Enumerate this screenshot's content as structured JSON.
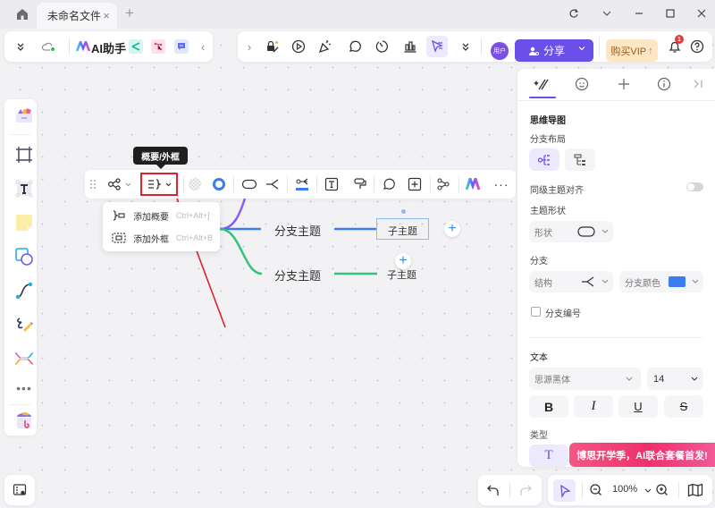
{
  "titlebar": {
    "tab_title": "未命名文件",
    "tab_close": "×",
    "tab_add": "+",
    "controls": [
      "refresh-icon",
      "chevron-down-icon",
      "minimize-icon",
      "maximize-icon",
      "close-icon"
    ]
  },
  "top_left_toolbar": {
    "collapse_icon": "chevrons-down-icon",
    "cloud_icon": "cloud-sync-icon",
    "ai_label": "AI助手",
    "apps": [
      "mindmap-app-icon",
      "flowchart-app-icon",
      "chat-app-icon"
    ],
    "scroll_left": "‹"
  },
  "top_right_toolbar": {
    "scroll_right": "›",
    "icons": [
      "lock-edit-icon",
      "play-icon",
      "celebrate-icon",
      "comment-icon",
      "timer-icon",
      "chart-icon",
      "select-pointer-icon",
      "chevrons-down-icon"
    ],
    "avatar_text": "用户",
    "share_label": "分享",
    "vip_label": "购买VIP",
    "notification_count": "1",
    "help_icon": "help-icon"
  },
  "left_toolbar": {
    "tools": [
      "templates-icon",
      "frame-icon",
      "text-icon",
      "sticky-note-icon",
      "shape-icon",
      "connector-icon",
      "pen-icon",
      "mindmap-icon",
      "more-icon",
      "plugins-icon"
    ]
  },
  "float_toolbar": {
    "tooltip": "概要/外框",
    "items": [
      "layout-icon",
      "summary-frame-icon",
      "fill-icon",
      "border-color-icon",
      "shape-icon",
      "branch-structure-icon",
      "branch-color-icon",
      "text-style-icon",
      "format-painter-icon",
      "comment-icon",
      "insert-icon",
      "relation-icon",
      "ai-icon",
      "more-icon"
    ]
  },
  "summary_dropdown": {
    "items": [
      {
        "label": "添加概要",
        "shortcut": "Ctrl+Alt+]"
      },
      {
        "label": "添加外框",
        "shortcut": "Ctrl+Alt+B"
      }
    ]
  },
  "mindmap": {
    "branches": [
      {
        "label": "分支主题",
        "color": "#3b7cf0",
        "child": "子主题"
      },
      {
        "label": "分支主题",
        "color": "#34c37a",
        "child": "子主题"
      }
    ],
    "upper_branch_color": "#8b5cf6"
  },
  "right_panel": {
    "tabs": [
      "style-icon",
      "emoji-icon",
      "add-icon",
      "info-icon",
      "collapse-panel-icon"
    ],
    "section_title": "思维导图",
    "branch_layout_label": "分支布局",
    "align_label": "同级主题对齐",
    "topic_shape_label": "主题形状",
    "shape_field_label": "形状",
    "branch_label": "分支",
    "structure_label": "结构",
    "branch_color_label": "分支颜色",
    "branch_color": "#3b7cf0",
    "branch_number_label": "分支编号",
    "text_section": "文本",
    "font_family": "思源黑体",
    "font_size": "14",
    "bold": "B",
    "italic": "I",
    "underline": "U",
    "strike": "S",
    "type_label": "类型",
    "type_value": "T"
  },
  "promo": {
    "text": "博思开学季，AI联合套餐首发!"
  },
  "bottom_bar": {
    "zoom_level": "100%"
  }
}
